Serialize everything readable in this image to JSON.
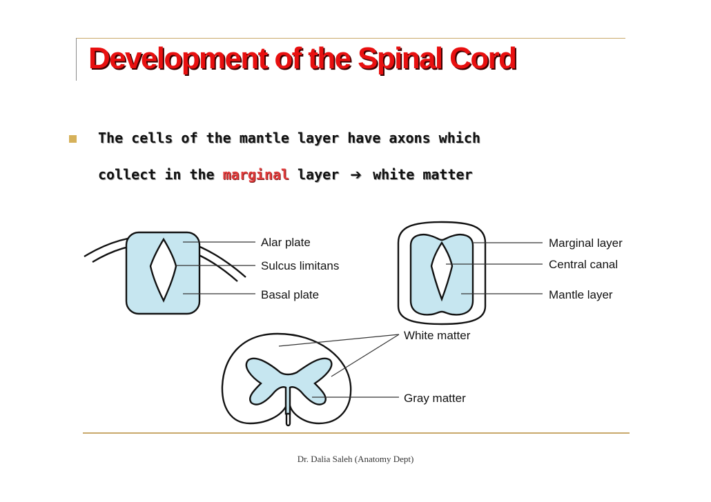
{
  "slide": {
    "title": "Development of the Spinal Cord",
    "bullet": {
      "line1": "The cells of the mantle layer have axons which",
      "line2_pre": "collect in the",
      "line2_highlight": "marginal",
      "line2_mid": "layer",
      "arrow_icon": "arrow-right-icon",
      "line2_post": "white matter"
    },
    "labels": {
      "alar_plate": "Alar plate",
      "sulcus_limitans": "Sulcus limitans",
      "basal_plate": "Basal plate",
      "marginal_layer": "Marginal layer",
      "central_canal": "Central canal",
      "mantle_layer": "Mantle layer",
      "white_matter": "White matter",
      "gray_matter": "Gray matter"
    },
    "footer": "Dr. Dalia Saleh (Anatomy Dept)",
    "colors": {
      "title": "#e81010",
      "highlight": "#e03a3a",
      "tissue_fill": "#c6e6f0",
      "accent_gold": "#c8a86a"
    }
  }
}
